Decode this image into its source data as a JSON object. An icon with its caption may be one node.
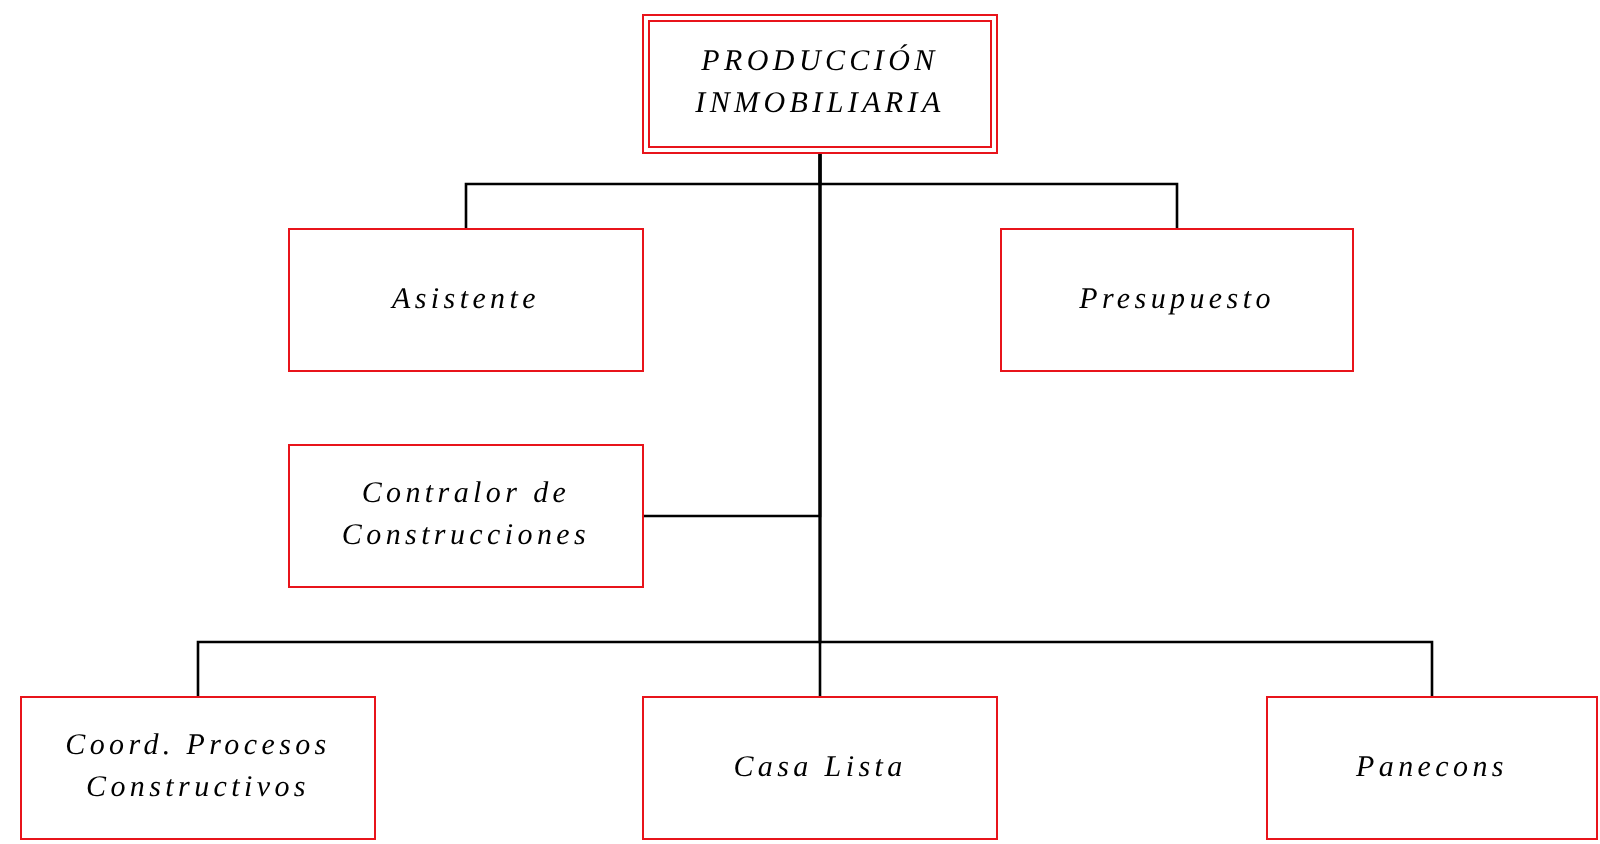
{
  "diagram": {
    "nodes": [
      {
        "text": [
          "PRODUCCIÓN INMOBILIARIA"
        ]
      },
      {
        "text": [
          "Asistente"
        ]
      },
      {
        "text": [
          "Presupuesto"
        ]
      },
      {
        "text": [
          "Contralor de Construcciones"
        ]
      },
      {
        "text": [
          "Coord. Procesos Constructivos"
        ]
      },
      {
        "text": [
          "Casa Lista"
        ]
      },
      {
        "text": [
          "Panecons"
        ]
      }
    ],
    "edges": [
      {
        "from": 0,
        "to": 1,
        "arrow": "none"
      },
      {
        "from": 0,
        "to": 2,
        "arrow": "none"
      },
      {
        "from": 0,
        "to": 3,
        "arrow": "none"
      },
      {
        "from": 0,
        "to": 4,
        "arrow": "none"
      },
      {
        "from": 0,
        "to": 5,
        "arrow": "none"
      },
      {
        "from": 0,
        "to": 6,
        "arrow": "none"
      }
    ]
  }
}
